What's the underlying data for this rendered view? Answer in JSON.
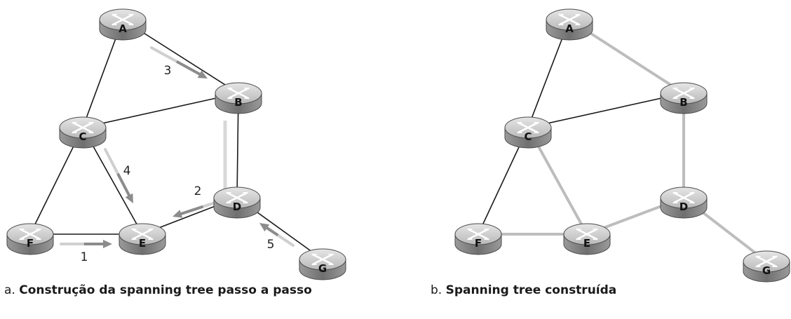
{
  "diagram_a": {
    "caption_prefix": "a. ",
    "caption": "Construção da spanning tree passo a passo",
    "nodes": {
      "A": {
        "label": "A"
      },
      "B": {
        "label": "B"
      },
      "C": {
        "label": "C"
      },
      "D": {
        "label": "D"
      },
      "E": {
        "label": "E"
      },
      "F": {
        "label": "F"
      },
      "G": {
        "label": "G"
      }
    },
    "links": [
      [
        "A",
        "B"
      ],
      [
        "A",
        "C"
      ],
      [
        "B",
        "C"
      ],
      [
        "B",
        "D"
      ],
      [
        "C",
        "E"
      ],
      [
        "C",
        "F"
      ],
      [
        "D",
        "E"
      ],
      [
        "D",
        "G"
      ],
      [
        "F",
        "E"
      ]
    ],
    "steps": [
      {
        "number": "1",
        "from": "F",
        "to": "E"
      },
      {
        "number": "2",
        "from": "D",
        "to": "E"
      },
      {
        "number": "3",
        "from": "A",
        "to": "B"
      },
      {
        "number": "4",
        "from": "C",
        "to": "E"
      },
      {
        "number": "5",
        "from": "G",
        "to": "D"
      }
    ]
  },
  "diagram_b": {
    "caption_prefix": "b. ",
    "caption": "Spanning tree construída",
    "nodes": {
      "A": {
        "label": "A"
      },
      "B": {
        "label": "B"
      },
      "C": {
        "label": "C"
      },
      "D": {
        "label": "D"
      },
      "E": {
        "label": "E"
      },
      "F": {
        "label": "F"
      },
      "G": {
        "label": "G"
      }
    },
    "tree_links": [
      [
        "A",
        "B"
      ],
      [
        "B",
        "D"
      ],
      [
        "C",
        "E"
      ],
      [
        "F",
        "E"
      ],
      [
        "D",
        "E"
      ],
      [
        "D",
        "G"
      ]
    ],
    "other_links": [
      [
        "A",
        "C"
      ],
      [
        "B",
        "C"
      ],
      [
        "C",
        "F"
      ]
    ]
  },
  "colors": {
    "link": "#1a1a1a",
    "tree_link": "#bdbdbd",
    "router_top": "#c8c8c8",
    "router_side": "#8a8a8a",
    "arrow": "#8c8c8c"
  }
}
